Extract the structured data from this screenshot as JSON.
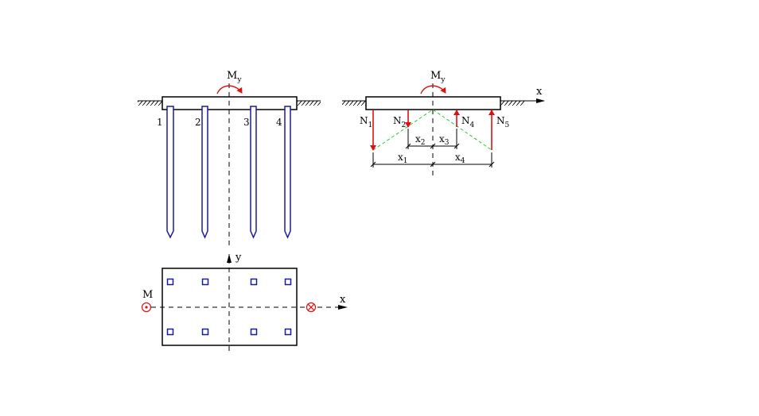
{
  "colors": {
    "line": "#000000",
    "pile": "#1a1aa0",
    "force": "#e01010",
    "distribution": "#22cc22"
  },
  "icons": {
    "moment_arrow": "curved-arrow-icon",
    "ground": "hatched-ground-icon",
    "dot_symbol": "circled-dot-icon",
    "cross_symbol": "circled-cross-icon"
  },
  "elevation": {
    "moment_main": "M",
    "moment_sub": "y",
    "pile_labels": [
      "1",
      "2",
      "3",
      "4"
    ]
  },
  "force_diagram": {
    "moment_main": "M",
    "moment_sub": "y",
    "axis_x": "x",
    "forces": [
      {
        "main": "N",
        "sub": "1"
      },
      {
        "main": "N",
        "sub": "2"
      },
      {
        "main": "N",
        "sub": "4"
      },
      {
        "main": "N",
        "sub": "5"
      }
    ],
    "distances": [
      {
        "main": "x",
        "sub": "2"
      },
      {
        "main": "x",
        "sub": "3"
      },
      {
        "main": "x",
        "sub": "1"
      },
      {
        "main": "x",
        "sub": "4"
      }
    ]
  },
  "plan": {
    "axis_y": "y",
    "axis_x": "x",
    "moment_label": "M"
  }
}
